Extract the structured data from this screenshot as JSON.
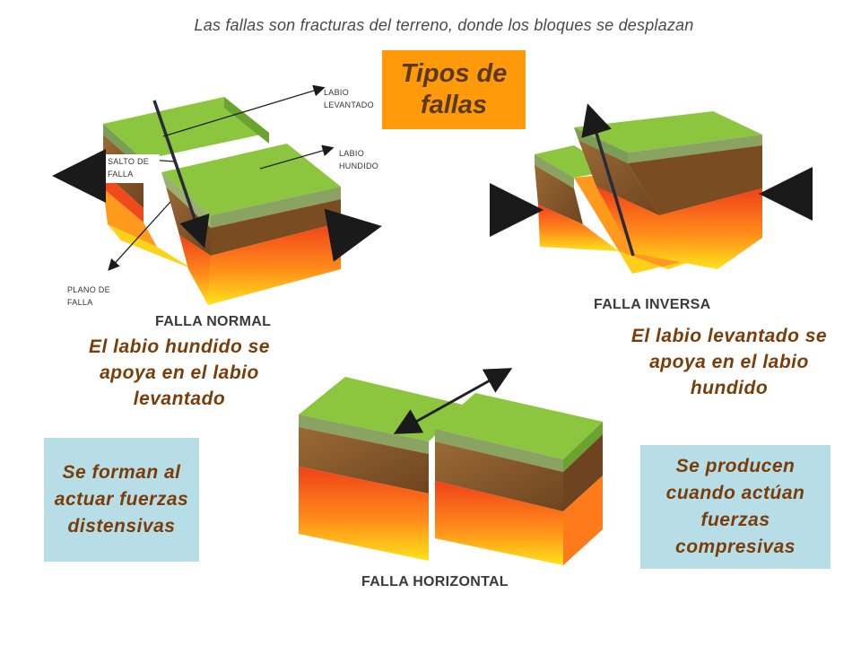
{
  "subtitle": "Las fallas son fracturas del terreno, donde los bloques se desplazan",
  "title": "Tipos de fallas",
  "normal": {
    "label": "FALLA NORMAL",
    "labio_levantado": "LABIO LEVANTADO",
    "labio_hundido": "LABIO HUNDIDO",
    "salto": "SALTO DE FALLA",
    "plano": "PLANO DE FALLA",
    "desc": "El labio hundido se apoya en el labio levantado",
    "forces": "Se forman al actuar fuerzas distensivas"
  },
  "inversa": {
    "label": "FALLA INVERSA",
    "desc": "El labio levantado se apoya en el labio hundido",
    "forces": "Se producen cuando actúan fuerzas compresivas"
  },
  "horizontal": {
    "label": "FALLA HORIZONTAL"
  },
  "colors": {
    "title_bg": "#ff9a0a",
    "box_bg": "#b7dde6",
    "text_brown": "#7a3d0a",
    "grass_top": "#8cc63f",
    "grass_side": "#6aa32e",
    "soil": "#8a5a2b",
    "rock_hot": "#f25c1e",
    "rock_yellow": "#ffd21a"
  }
}
